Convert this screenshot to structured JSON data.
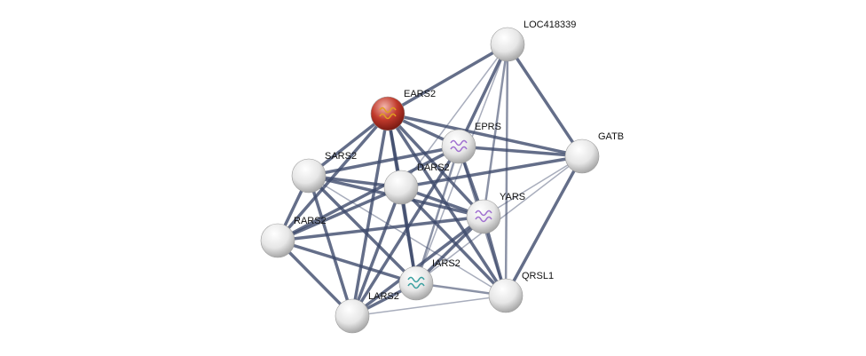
{
  "network": {
    "query_node": "EARS2",
    "nodes": [
      {
        "id": "LOC418339",
        "label": "LOC418339",
        "color": "#e8e8e8",
        "structure": false
      },
      {
        "id": "EARS2",
        "label": "EARS2",
        "color": "#c0392b",
        "structure": true
      },
      {
        "id": "EPRS",
        "label": "EPRS",
        "color": "#e8e8e8",
        "structure": true
      },
      {
        "id": "GATB",
        "label": "GATB",
        "color": "#e8e8e8",
        "structure": false
      },
      {
        "id": "SARS2",
        "label": "SARS2",
        "color": "#e8e8e8",
        "structure": false
      },
      {
        "id": "DARS2",
        "label": "DARS2",
        "color": "#e8e8e8",
        "structure": false
      },
      {
        "id": "YARS",
        "label": "YARS",
        "color": "#e8e8e8",
        "structure": true
      },
      {
        "id": "RARS2",
        "label": "RARS2",
        "color": "#e8e8e8",
        "structure": false
      },
      {
        "id": "IARS2",
        "label": "IARS2",
        "color": "#e8e8e8",
        "structure": true
      },
      {
        "id": "QRSL1",
        "label": "QRSL1",
        "color": "#e8e8e8",
        "structure": false
      },
      {
        "id": "LARS2",
        "label": "LARS2",
        "color": "#e8e8e8",
        "structure": false
      }
    ],
    "edges": [
      [
        "LOC418339",
        "EARS2",
        3
      ],
      [
        "LOC418339",
        "GATB",
        3
      ],
      [
        "LOC418339",
        "EPRS",
        3
      ],
      [
        "LOC418339",
        "YARS",
        2
      ],
      [
        "LOC418339",
        "DARS2",
        1
      ],
      [
        "LOC418339",
        "IARS2",
        1
      ],
      [
        "LOC418339",
        "QRSL1",
        2
      ],
      [
        "EARS2",
        "SARS2",
        3
      ],
      [
        "EARS2",
        "RARS2",
        3
      ],
      [
        "EARS2",
        "LARS2",
        3
      ],
      [
        "EARS2",
        "IARS2",
        3
      ],
      [
        "EARS2",
        "DARS2",
        3
      ],
      [
        "EARS2",
        "YARS",
        3
      ],
      [
        "EARS2",
        "QRSL1",
        3
      ],
      [
        "EARS2",
        "GATB",
        3
      ],
      [
        "EARS2",
        "EPRS",
        3
      ],
      [
        "EPRS",
        "GATB",
        3
      ],
      [
        "EPRS",
        "SARS2",
        3
      ],
      [
        "EPRS",
        "RARS2",
        3
      ],
      [
        "EPRS",
        "YARS",
        3
      ],
      [
        "EPRS",
        "QRSL1",
        2
      ],
      [
        "EPRS",
        "LARS2",
        3
      ],
      [
        "EPRS",
        "IARS2",
        2
      ],
      [
        "GATB",
        "DARS2",
        3
      ],
      [
        "GATB",
        "QRSL1",
        3
      ],
      [
        "GATB",
        "YARS",
        1
      ],
      [
        "GATB",
        "IARS2",
        1
      ],
      [
        "SARS2",
        "DARS2",
        3
      ],
      [
        "SARS2",
        "YARS",
        3
      ],
      [
        "SARS2",
        "RARS2",
        3
      ],
      [
        "SARS2",
        "LARS2",
        3
      ],
      [
        "SARS2",
        "IARS2",
        3
      ],
      [
        "SARS2",
        "QRSL1",
        1
      ],
      [
        "DARS2",
        "RARS2",
        3
      ],
      [
        "DARS2",
        "YARS",
        3
      ],
      [
        "DARS2",
        "IARS2",
        3
      ],
      [
        "DARS2",
        "LARS2",
        3
      ],
      [
        "DARS2",
        "QRSL1",
        3
      ],
      [
        "YARS",
        "RARS2",
        3
      ],
      [
        "YARS",
        "IARS2",
        3
      ],
      [
        "YARS",
        "LARS2",
        3
      ],
      [
        "YARS",
        "QRSL1",
        3
      ],
      [
        "RARS2",
        "LARS2",
        3
      ],
      [
        "RARS2",
        "IARS2",
        3
      ],
      [
        "IARS2",
        "LARS2",
        3
      ],
      [
        "IARS2",
        "QRSL1",
        2
      ],
      [
        "LARS2",
        "QRSL1",
        1
      ]
    ],
    "edge_color": "#3d4a6b"
  }
}
